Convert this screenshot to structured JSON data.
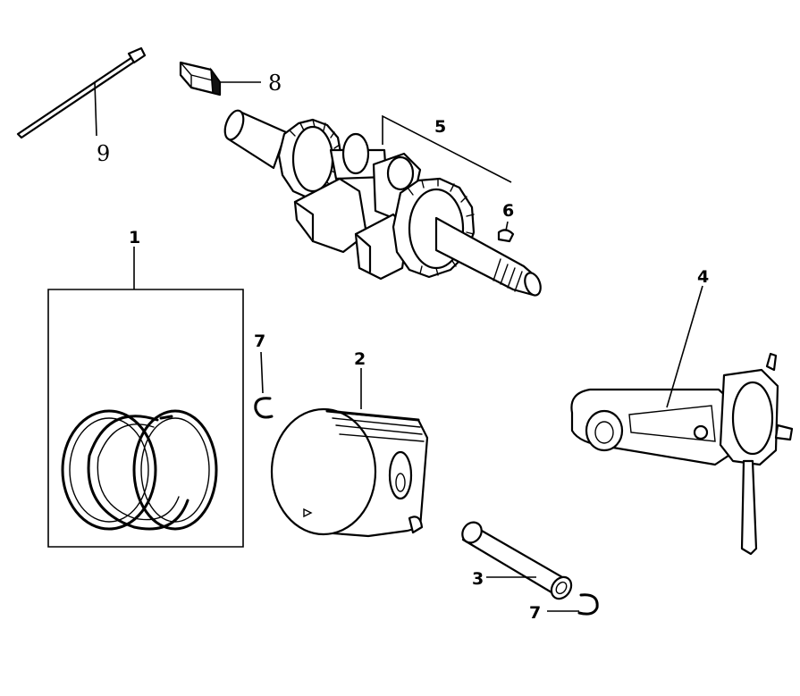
{
  "callouts": {
    "c1": "1",
    "c2": "2",
    "c3": "3",
    "c4": "4",
    "c5": "5",
    "c6": "6",
    "c7a": "7",
    "c7b": "7",
    "c8": "8",
    "c9": "9"
  },
  "parts": [
    {
      "callout": "1",
      "name": "piston-ring-set"
    },
    {
      "callout": "2",
      "name": "piston"
    },
    {
      "callout": "3",
      "name": "piston-pin"
    },
    {
      "callout": "4",
      "name": "connecting-rod"
    },
    {
      "callout": "5",
      "name": "crankshaft"
    },
    {
      "callout": "6",
      "name": "woodruff-key"
    },
    {
      "callout": "7",
      "name": "piston-pin-clip"
    },
    {
      "callout": "8",
      "name": "crankshaft-key"
    },
    {
      "callout": "9",
      "name": "cable-tie"
    }
  ],
  "colors": {
    "line": "#000000",
    "background": "#ffffff"
  }
}
